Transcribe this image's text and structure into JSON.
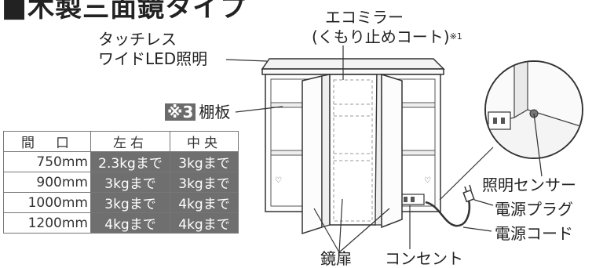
{
  "title": "■木製三面鏡タイプ",
  "labels": {
    "touchless_line1": "タッチレス",
    "touchless_line2": "ワイドLED照明",
    "eco_mirror_line1": "エコミラー",
    "eco_mirror_line2": "(くもり止めコート)",
    "eco_mirror_note": "※1",
    "shelf_badge": "※3",
    "shelf": "棚板",
    "sensor": "照明センサー",
    "power_plug": "電源プラグ",
    "power_cord": "電源コード",
    "mirror_door": "鏡扉",
    "outlet": "コンセント"
  },
  "spec_table": {
    "headers": [
      "間　口",
      "左右",
      "中央"
    ],
    "rows": [
      {
        "size": "750mm",
        "left_right": "2.3kgまで",
        "center": "3kgまで"
      },
      {
        "size": "900mm",
        "left_right": "3kgまで",
        "center": "3kgまで"
      },
      {
        "size": "1000mm",
        "left_right": "3kgまで",
        "center": "4kgまで"
      },
      {
        "size": "1200mm",
        "left_right": "4kgまで",
        "center": "4kgまで"
      }
    ]
  },
  "colors": {
    "badge_bg": "#6b6b6b",
    "cell_bg": "#6f6f6f",
    "line": "#333333"
  }
}
